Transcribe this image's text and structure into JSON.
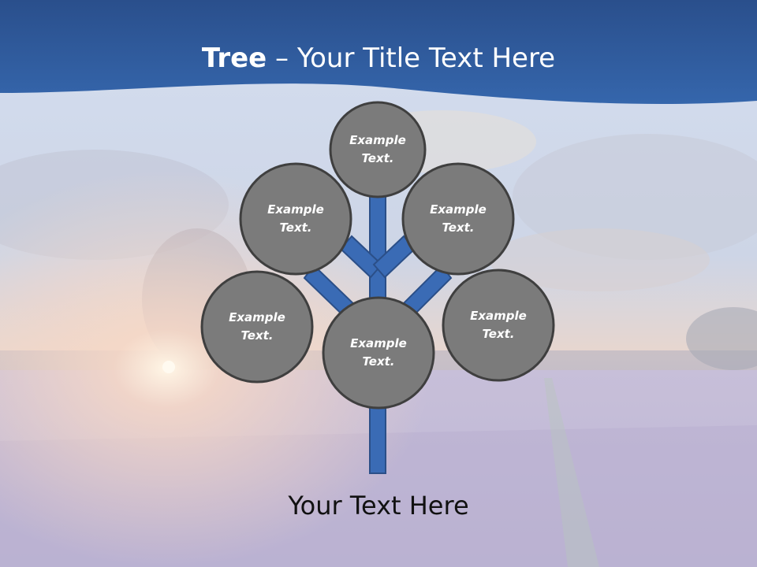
{
  "title": {
    "bold": "Tree",
    "rest": " – Your Title Text Here"
  },
  "caption": "Your Text Here",
  "nodes": [
    {
      "label_line1": "Example",
      "label_line2": "Text."
    },
    {
      "label_line1": "Example",
      "label_line2": "Text."
    },
    {
      "label_line1": "Example",
      "label_line2": "Text."
    },
    {
      "label_line1": "Example",
      "label_line2": "Text."
    },
    {
      "label_line1": "Example",
      "label_line2": "Text."
    },
    {
      "label_line1": "Example",
      "label_line2": "Text."
    }
  ],
  "colors": {
    "header": "#2e5b9e",
    "trunk": "#3a6bb5",
    "circle_fill": "#7b7b7b",
    "circle_stroke": "#3f3f3f"
  }
}
